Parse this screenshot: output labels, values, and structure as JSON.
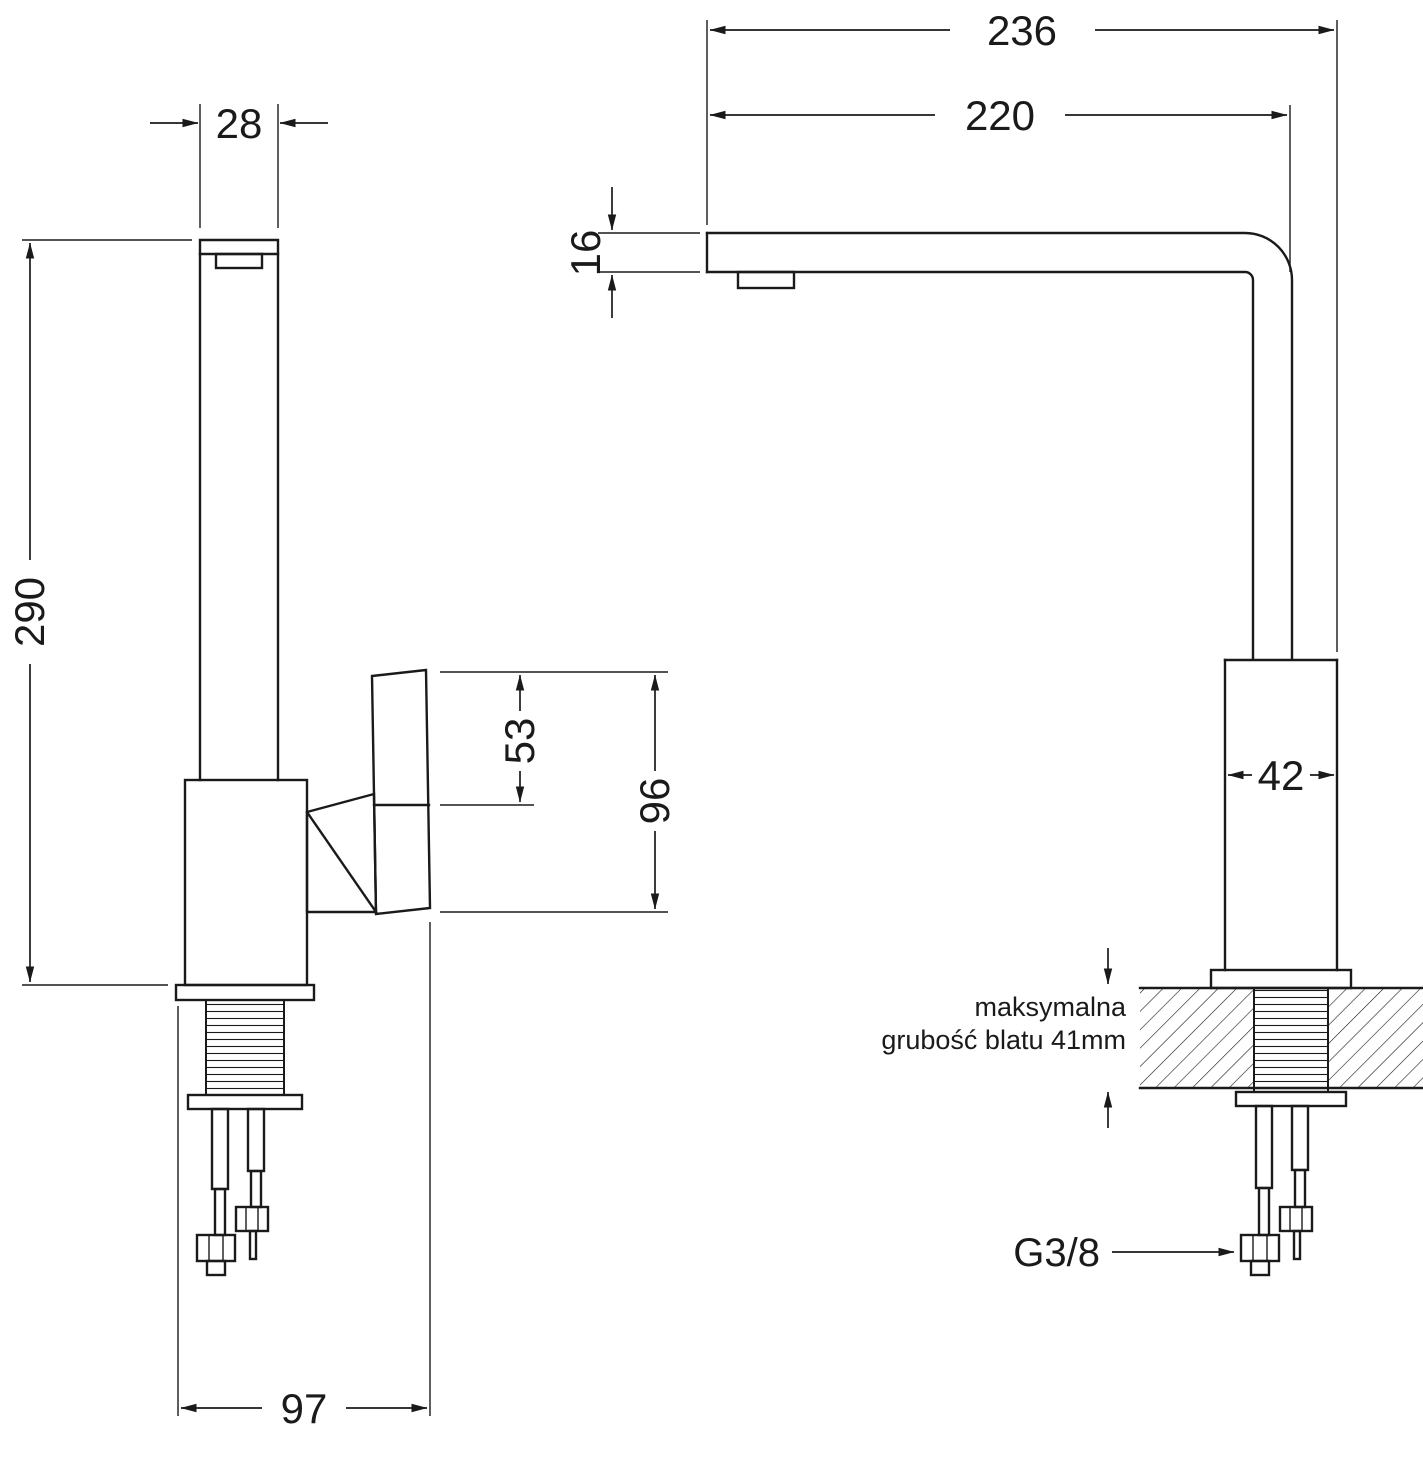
{
  "drawing": {
    "type": "technical-dimension-drawing",
    "subject": "kitchen faucet, side view and front view",
    "colors": {
      "line": "#1a1a1a",
      "background": "#ffffff"
    }
  },
  "dimensions": {
    "spout_width": "28",
    "total_height": "290",
    "handle_upper": "53",
    "handle_length": "96",
    "base_depth": "97",
    "reach_total": "236",
    "reach_spout": "220",
    "spout_thickness": "16",
    "body_width": "42"
  },
  "labels": {
    "note_line1": "maksymalna",
    "note_line2": "grubość blatu 41mm",
    "thread": "G3/8"
  }
}
